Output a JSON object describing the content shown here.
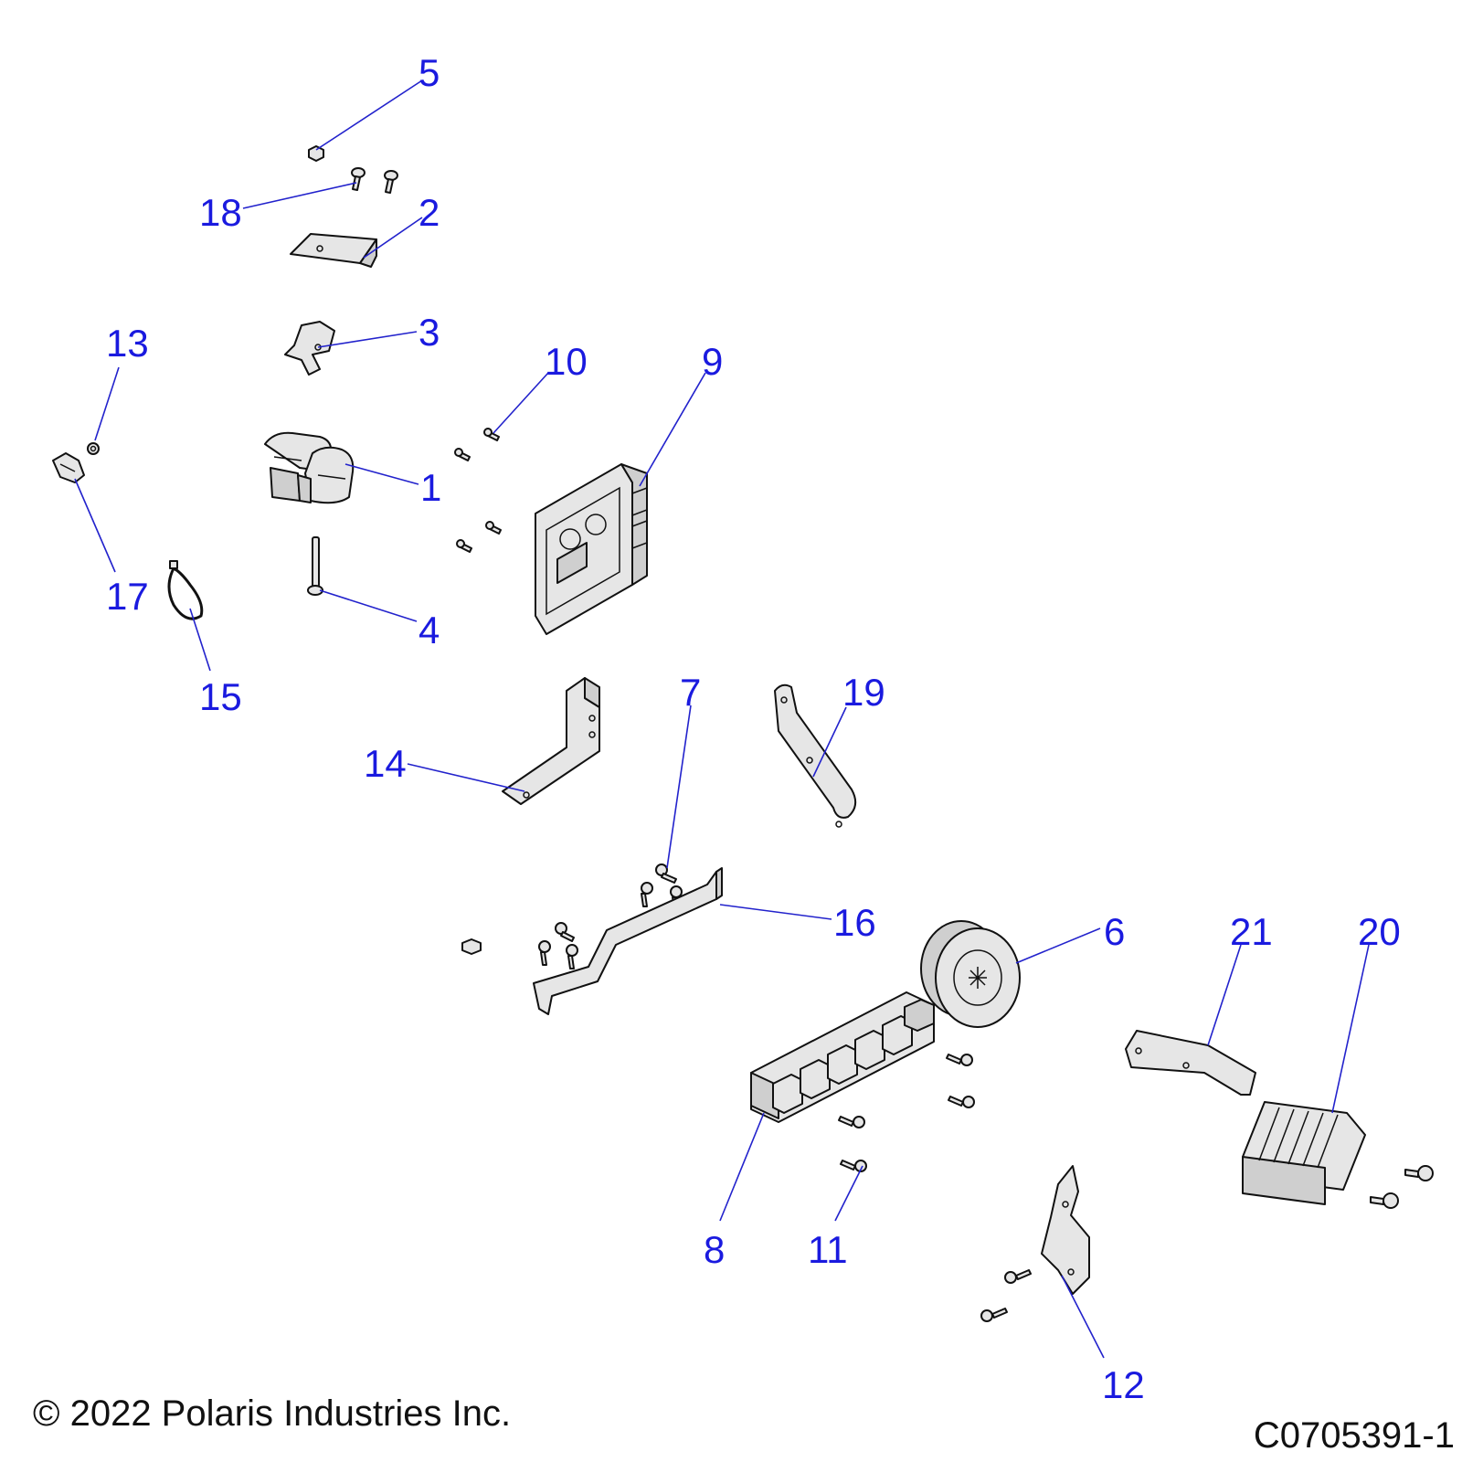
{
  "callouts": [
    {
      "id": "1",
      "label": "1"
    },
    {
      "id": "2",
      "label": "2"
    },
    {
      "id": "3",
      "label": "3"
    },
    {
      "id": "4",
      "label": "4"
    },
    {
      "id": "5",
      "label": "5"
    },
    {
      "id": "6",
      "label": "6"
    },
    {
      "id": "7",
      "label": "7"
    },
    {
      "id": "8",
      "label": "8"
    },
    {
      "id": "9",
      "label": "9"
    },
    {
      "id": "10",
      "label": "10"
    },
    {
      "id": "11",
      "label": "11"
    },
    {
      "id": "12",
      "label": "12"
    },
    {
      "id": "13",
      "label": "13"
    },
    {
      "id": "14",
      "label": "14"
    },
    {
      "id": "15",
      "label": "15"
    },
    {
      "id": "16",
      "label": "16"
    },
    {
      "id": "17",
      "label": "17"
    },
    {
      "id": "18",
      "label": "18"
    },
    {
      "id": "19",
      "label": "19"
    },
    {
      "id": "20",
      "label": "20"
    },
    {
      "id": "21",
      "label": "21"
    }
  ],
  "footer": {
    "copyright": "© 2022 Polaris Industries Inc.",
    "drawing_number": "C0705391-1"
  },
  "colors": {
    "callout": "#1a1adf",
    "line": "#111111"
  }
}
